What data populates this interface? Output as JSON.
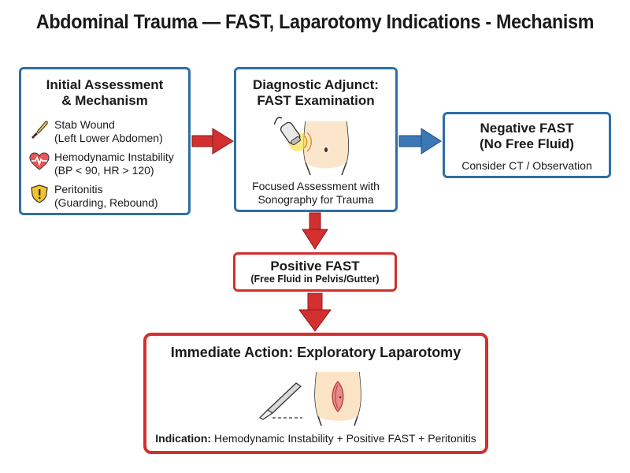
{
  "title": "Abdominal Trauma — FAST, Laparotomy Indications - Mechanism",
  "initial": {
    "title_line1": "Initial Assessment",
    "title_line2": "& Mechanism",
    "factors": [
      {
        "icon": "knife-icon",
        "line1": "Stab Wound",
        "line2": "(Left Lower Abdomen)"
      },
      {
        "icon": "heart-pulse-icon",
        "line1": "Hemodynamic Instability",
        "line2": "(BP < 90, HR > 120)"
      },
      {
        "icon": "shield-alert-icon",
        "line1": "Peritonitis",
        "line2": "(Guarding, Rebound)"
      }
    ]
  },
  "fast": {
    "title_line1": "Diagnostic Adjunct:",
    "title_line2": "FAST Examination",
    "caption_line1": "Focused Assessment with",
    "caption_line2": "Sonography for Trauma",
    "icon": "ultrasound-probe-icon"
  },
  "negative": {
    "title_line1": "Negative FAST",
    "title_line2": "(No Free Fluid)",
    "sub": "Consider CT / Observation"
  },
  "positive": {
    "title": "Positive FAST",
    "sub": "(Free Fluid in Pelvis/Gutter)"
  },
  "action": {
    "title": "Immediate Action: Exploratory Laparotomy",
    "indication_label": "Indication:",
    "indication_text": " Hemodynamic Instability + Positive FAST + Peritonitis",
    "icon": "scalpel-icon"
  },
  "colors": {
    "blue": "#2f6fa3",
    "red": "#d32f2f",
    "arrow_blue": "#3b78b5"
  }
}
